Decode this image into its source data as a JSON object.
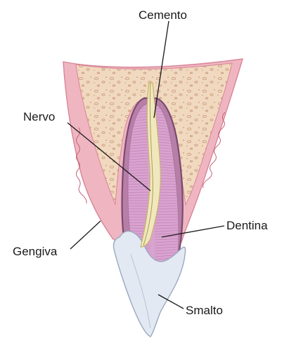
{
  "labels": {
    "cemento": "Cemento",
    "nervo": "Nervo",
    "dentina": "Dentina",
    "gengiva": "Gengiva",
    "smalto": "Smalto"
  },
  "colors": {
    "bone": "#f1d9c0",
    "bone_dot": "#c99a78",
    "gum": "#efb6c2",
    "gum_dark": "#d98596",
    "dentin": "#d9a3cf",
    "dentin_line": "#c083b6",
    "pulp": "#efe8bf",
    "pulp_line": "#c9b66a",
    "enamel": "#e3e9f3",
    "enamel_edge": "#9aa8bf",
    "leader": "#1a1a1a"
  }
}
